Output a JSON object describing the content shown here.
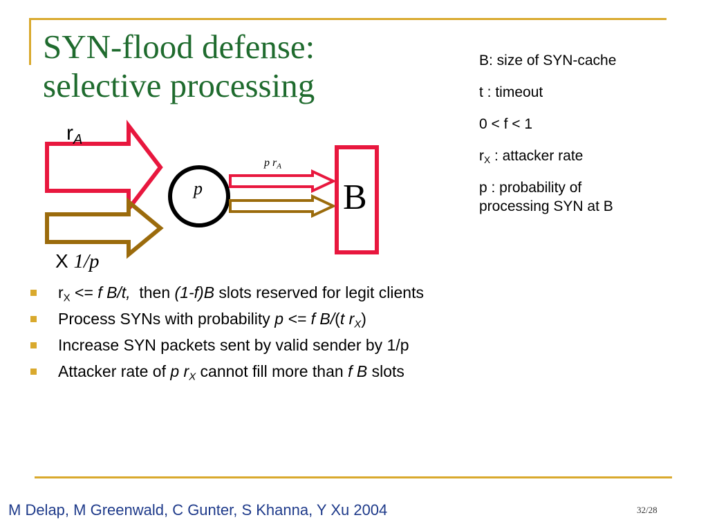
{
  "slide": {
    "title_line1": "SYN-flood defense:",
    "title_line2": "selective processing",
    "definitions": {
      "b": "B: size of SYN-cache",
      "t": "t : timeout",
      "f": "0 < f < 1",
      "rx_base": "r",
      "rx_sub": "X",
      "rx_text": " : attacker rate",
      "p_line1": "p : probability of",
      "p_line2": "processing SYN at B"
    },
    "diagram": {
      "ra_base": "r",
      "ra_sub": "A",
      "x_label": "X",
      "x_factor": "1/p",
      "node_label": "p",
      "cache_label": "B",
      "flow_label_p": "p r",
      "flow_label_sub": "A",
      "colors": {
        "legit": "#E8173E",
        "attacker": "#9B6B0C",
        "node": "#000000"
      }
    },
    "bullets": {
      "b1": {
        "r": "r",
        "x": "X",
        "cond": " <= ",
        "fbt": "f B/t,",
        "then": "  then ",
        "frac": "(1-f)B",
        "rest": " slots reserved for legit clients"
      },
      "b2": {
        "text": "Process SYNs with probability ",
        "expr": "p <= f B/",
        "paren_open": "(",
        "t": "t ",
        "r": "r",
        "x": "X",
        "paren_close": ")"
      },
      "b3": {
        "text": "Increase SYN packets sent by valid sender by 1/p"
      },
      "b4": {
        "text": "Attacker rate of ",
        "p": "p r",
        "x": "X",
        "mid": " cannot fill more than ",
        "fb": "f B",
        "end": " slots"
      }
    },
    "footer": "M Delap, M Greenwald, C Gunter, S Khanna, Y Xu 2004",
    "page_number": "32/28",
    "accent_color": "#D9A92D",
    "title_color": "#1F6B2E"
  }
}
